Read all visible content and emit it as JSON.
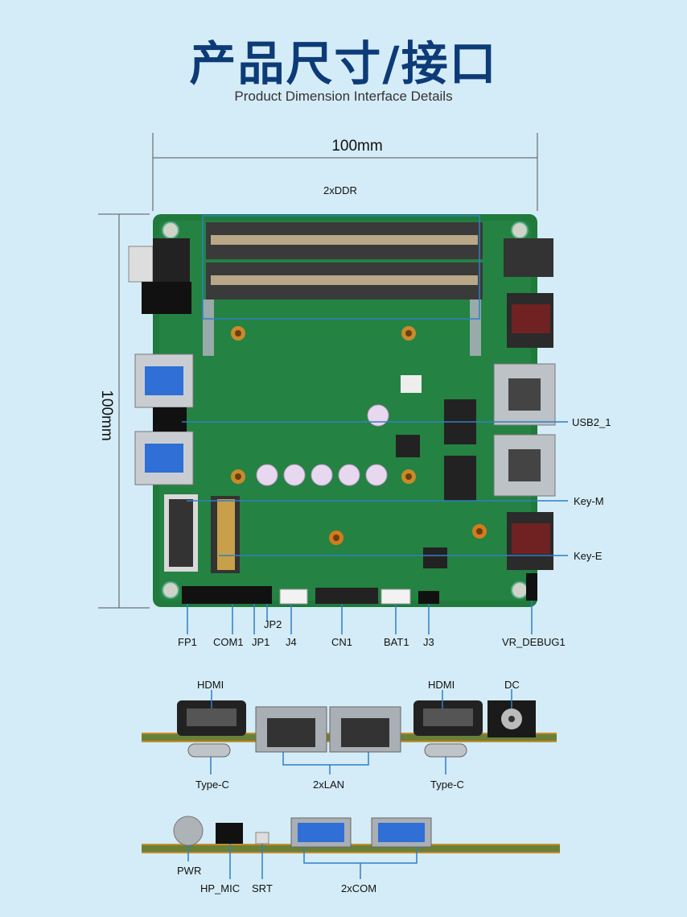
{
  "header": {
    "title": "产品尺寸/接口",
    "subtitle": "Product Dimension Interface Details"
  },
  "dimensions": {
    "width_label": "100mm",
    "height_label": "100mm"
  },
  "board_labels": {
    "ddr": "2xDDR",
    "usb2": "USB2_1",
    "keym": "Key-M",
    "keye": "Key-E",
    "fp1": "FP1",
    "com1": "COM1",
    "jp1": "JP1",
    "jp2": "JP2",
    "j4": "J4",
    "cn1": "CN1",
    "bat1": "BAT1",
    "j3": "J3",
    "vr_debug": "VR_DEBUG1"
  },
  "rear_labels": {
    "hdmi_left": "HDMI",
    "hdmi_right": "HDMI",
    "dc": "DC",
    "typec_left": "Type-C",
    "lan": "2xLAN",
    "typec_right": "Type-C"
  },
  "front_labels": {
    "pwr": "PWR",
    "hp_mic": "HP_MIC",
    "srt": "SRT",
    "com": "2xCOM"
  },
  "colors": {
    "background": "#d4ecf7",
    "title": "#0d3b78",
    "pcb": "#1f7a3c",
    "callout": "#2f7fc4"
  }
}
